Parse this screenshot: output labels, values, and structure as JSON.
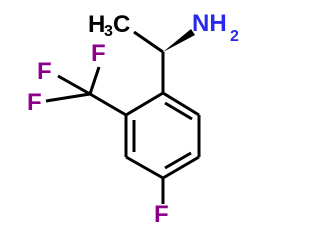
{
  "molecule": {
    "colors": {
      "bond": "#000000",
      "carbon_label": "#000000",
      "nitrogen": "#2a2aee",
      "fluorine": "#8c008c"
    },
    "labels": {
      "methyl_main": "H",
      "methyl_sub": "3",
      "methyl_tail": "C",
      "amine_main": "NH",
      "amine_sub": "2",
      "fluorine_1": "F",
      "fluorine_2": "F",
      "fluorine_3": "F",
      "fluorine_4": "F"
    }
  }
}
